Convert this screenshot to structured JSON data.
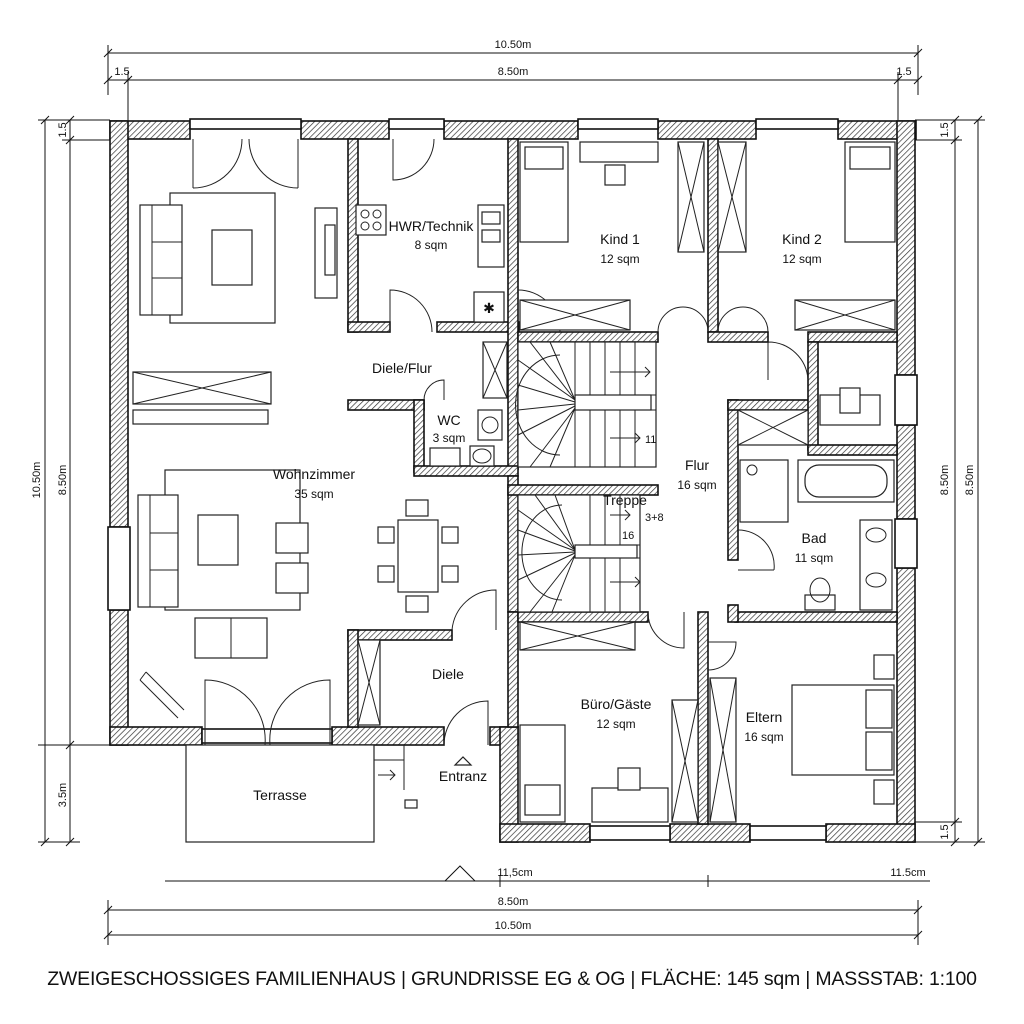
{
  "dimensions": {
    "top_total": "10.50m",
    "top_inner": "8.50m",
    "top_left_wall": "1.5",
    "top_right_wall": "1.5",
    "left_total": "10.50m",
    "left_inner": "8.50m",
    "left_top_wall": "1.5",
    "left_terrace": "3.5m",
    "right_inner_a": "8.50m",
    "right_inner_b": "8.50m",
    "right_top_wall": "1.5",
    "right_bottom_wall": "1.5",
    "bottom_inner": "8.50m",
    "bottom_total": "10.50m",
    "bottom_wall_a": "11,5cm",
    "bottom_wall_b": "11.5cm",
    "stair_steps": "11",
    "stair_steps_2": "3+8",
    "stair_count": "16"
  },
  "rooms": {
    "hwr": {
      "name": "HWR/Technik",
      "area": "8 sqm"
    },
    "kind1": {
      "name": "Kind 1",
      "area": "12 sqm"
    },
    "kind2": {
      "name": "Kind 2",
      "area": "12 sqm"
    },
    "diele_flur": {
      "name": "Diele/Flur"
    },
    "wc": {
      "name": "WC",
      "area": "3 sqm"
    },
    "wohnzimmer": {
      "name": "Wohnzimmer",
      "area": "35 sqm"
    },
    "flur": {
      "name": "Flur",
      "area": "16 sqm"
    },
    "treppe": {
      "name": "Treppe"
    },
    "bad": {
      "name": "Bad",
      "area": "11 sqm"
    },
    "diele": {
      "name": "Diele"
    },
    "buero": {
      "name": "Büro/Gäste",
      "area": "12 sqm"
    },
    "eltern": {
      "name": "Eltern",
      "area": "16 sqm"
    },
    "entranz": {
      "name": "Entranz"
    },
    "terrasse": {
      "name": "Terrasse"
    }
  },
  "footer": "ZWEIGESCHOSSIGES FAMILIENHAUS | GRUNDRISSE EG & OG | FLÄCHE: 145 sqm | MASSSTAB: 1:100"
}
